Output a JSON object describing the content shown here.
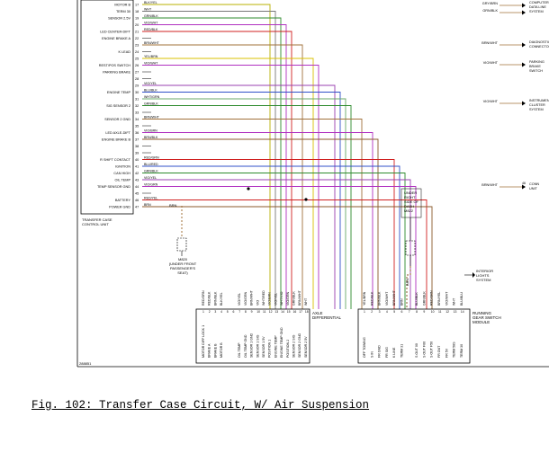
{
  "caption": "Fig. 102: Transfer Case Circuit, W/ Air Suspension",
  "figure_id": "288851",
  "tccm": {
    "title_lines": [
      "TRANSFER CASE",
      "CONTROL UNIT"
    ],
    "pin_labels": [
      {
        "pin": 17,
        "label": "MOTOR B"
      },
      {
        "pin": 18,
        "label": "TERM 30"
      },
      {
        "pin": 19,
        "label": "SENSOR 2.5V"
      },
      {
        "pin": 20,
        "label": ""
      },
      {
        "pin": 21,
        "label": "LED CENTER-DIFT"
      },
      {
        "pin": 22,
        "label": "ENGINE BRAKE A"
      },
      {
        "pin": 23,
        "label": ""
      },
      {
        "pin": 24,
        "label": "K LEAD"
      },
      {
        "pin": 25,
        "label": ""
      },
      {
        "pin": 26,
        "label": "REST/POS SWITCH"
      },
      {
        "pin": 27,
        "label": "PARKING BRAKE"
      },
      {
        "pin": 28,
        "label": ""
      },
      {
        "pin": 29,
        "label": ""
      },
      {
        "pin": 30,
        "label": "ENGINE TEMP"
      },
      {
        "pin": 31,
        "label": ""
      },
      {
        "pin": 32,
        "label": "SIG SENSOR 2"
      },
      {
        "pin": 33,
        "label": ""
      },
      {
        "pin": 34,
        "label": "SENSOR 2 GND"
      },
      {
        "pin": 35,
        "label": ""
      },
      {
        "pin": 36,
        "label": "LED AXLE-DIFT"
      },
      {
        "pin": 37,
        "label": "ENGINE BRAKE B"
      },
      {
        "pin": 38,
        "label": ""
      },
      {
        "pin": 39,
        "label": ""
      },
      {
        "pin": 40,
        "label": "R SHIFT CONTACT"
      },
      {
        "pin": 41,
        "label": "IGNITION"
      },
      {
        "pin": 42,
        "label": "CAN HIGH"
      },
      {
        "pin": 43,
        "label": "OIL TEMP"
      },
      {
        "pin": 44,
        "label": "TEMP SENSOR GND"
      },
      {
        "pin": 45,
        "label": ""
      },
      {
        "pin": 46,
        "label": "BATTERY"
      },
      {
        "pin": 47,
        "label": "POWER GND"
      }
    ]
  },
  "wires_left": [
    {
      "pin": 17,
      "color_name": "BLK/YEL",
      "hex": "#b8b000"
    },
    {
      "pin": 18,
      "color_name": "WHT",
      "hex": "#777777"
    },
    {
      "pin": 19,
      "color_name": "GRN/BLK",
      "hex": "#2e8b2e"
    },
    {
      "pin": 20,
      "color_name": "VIO/WHT",
      "hex": "#b030c0"
    },
    {
      "pin": 21,
      "color_name": "RED/BLK",
      "hex": "#d02020"
    },
    {
      "pin": 22,
      "color_name": "",
      "hex": ""
    },
    {
      "pin": 23,
      "color_name": "BRN/WHT",
      "hex": "#a0703a"
    },
    {
      "pin": 24,
      "color_name": "",
      "hex": ""
    },
    {
      "pin": 25,
      "color_name": "YEL/BRN",
      "hex": "#d8c000"
    },
    {
      "pin": 26,
      "color_name": "VIO/WHT",
      "hex": "#b030c0"
    },
    {
      "pin": 27,
      "color_name": "",
      "hex": ""
    },
    {
      "pin": 28,
      "color_name": "",
      "hex": ""
    },
    {
      "pin": 29,
      "color_name": "VIO/YEL",
      "hex": "#9a40b0"
    },
    {
      "pin": 30,
      "color_name": "BLU/BLK",
      "hex": "#3050c8"
    },
    {
      "pin": 31,
      "color_name": "WHT/GRN",
      "hex": "#68a868"
    },
    {
      "pin": 32,
      "color_name": "GRN/BLK",
      "hex": "#2e8b2e"
    },
    {
      "pin": 33,
      "color_name": "",
      "hex": ""
    },
    {
      "pin": 34,
      "color_name": "BRN/WHT",
      "hex": "#a0703a"
    },
    {
      "pin": 35,
      "color_name": "",
      "hex": ""
    },
    {
      "pin": 36,
      "color_name": "VIO/BRN",
      "hex": "#b030c0"
    },
    {
      "pin": 37,
      "color_name": "BRN/BLK",
      "hex": "#8b5a2b"
    },
    {
      "pin": 38,
      "color_name": "",
      "hex": ""
    },
    {
      "pin": 39,
      "color_name": "",
      "hex": ""
    },
    {
      "pin": 40,
      "color_name": "RED/GRN",
      "hex": "#d02020"
    },
    {
      "pin": 41,
      "color_name": "BLU/RED",
      "hex": "#3050c8"
    },
    {
      "pin": 42,
      "color_name": "GRN/BLK",
      "hex": "#2e8b2e"
    },
    {
      "pin": 43,
      "color_name": "VIO/YEL",
      "hex": "#9a40b0"
    },
    {
      "pin": 44,
      "color_name": "VIO/GRN",
      "hex": "#b030c0"
    },
    {
      "pin": 45,
      "color_name": "",
      "hex": ""
    },
    {
      "pin": 46,
      "color_name": "RED/YEL",
      "hex": "#d02020"
    },
    {
      "pin": 47,
      "color_name": "BRN",
      "hex": "#8b5a2b"
    }
  ],
  "ground_wire_label": "BRN",
  "ground_lines": [
    "M820",
    "(UNDER FRONT",
    "PASSENGER'S",
    "SEAT)"
  ],
  "axle_module": {
    "title_lines": [
      "AXLE",
      "DIFFERENTIAL"
    ],
    "wires": [
      {
        "color_name": "RED/GRN",
        "hex": "#d02020"
      },
      {
        "color_name": "RED/BLK",
        "hex": "#d02020"
      },
      {
        "color_name": "BRN/BLK",
        "hex": "#8b5a2b"
      },
      {
        "color_name": "BLK/YEL",
        "hex": "#b8b000"
      },
      {
        "color_name": "",
        "hex": ""
      },
      {
        "color_name": "",
        "hex": ""
      },
      {
        "color_name": "VIO/YEL",
        "hex": "#9a40b0"
      },
      {
        "color_name": "VIO/GRN",
        "hex": "#b030c0"
      },
      {
        "color_name": "BRN/WHT",
        "hex": "#a0703a"
      },
      {
        "color_name": "VIO",
        "hex": "#b030c0"
      },
      {
        "color_name": "WHT/RED",
        "hex": "#e06060"
      },
      {
        "color_name": "VIO/BRN",
        "hex": "#b030c0"
      },
      {
        "color_name": "VIO/YEL",
        "hex": "#9a40b0"
      },
      {
        "color_name": "WHT/VIO",
        "hex": "#c080d0"
      },
      {
        "color_name": "VIO/GRN",
        "hex": "#b030c0"
      },
      {
        "color_name": "GRN/BLK",
        "hex": "#2e8b2e"
      },
      {
        "color_name": "BRN/WHT",
        "hex": "#a0703a"
      },
      {
        "color_name": "WHT",
        "hex": "#777777"
      }
    ],
    "pin_labels": [
      "MOTOR DIFF LOCK 1",
      "BRAKE A",
      "BRAKE B",
      "MOTOR B",
      "",
      "",
      "OIL TEMP",
      "OIL TEMP GND",
      "SENSOR 1 GND",
      "SENSOR 1 SIG",
      "SENSOR 1 5V",
      "POSITION 1",
      "ENGINE TEMP",
      "ENGINE TEMP GND",
      "POSITION 2",
      "SENSOR 2 SIG",
      "SENSOR 2 GND",
      "SENSOR 2 5V"
    ]
  },
  "running_gear_module": {
    "title_lines": [
      "RUNNING",
      "GEAR SWITCH",
      "MODULE"
    ],
    "wires": [
      {
        "color_name": "YEL/BRN",
        "hex": "#d8c000"
      },
      {
        "color_name": "RED/BLK",
        "hex": "#d02020"
      },
      {
        "color_name": "BRN/BLK",
        "hex": "#8b5a2b"
      },
      {
        "color_name": "VIO/WHT",
        "hex": "#b030c0"
      },
      {
        "color_name": "BRN/WHT",
        "hex": "#a0703a"
      },
      {
        "color_name": "BRN",
        "hex": "#8b5a2b"
      },
      {
        "color_name": "",
        "hex": ""
      },
      {
        "color_name": "BLU/BLK",
        "hex": "#3050c8"
      },
      {
        "color_name": "GRN/BLK",
        "hex": "#2e8b2e"
      },
      {
        "color_name": "RED/GRN",
        "hex": "#d02020"
      },
      {
        "color_name": "BRN/YEL",
        "hex": "#a0703a"
      },
      {
        "color_name": "VIO/WHT",
        "hex": "#b030c0"
      },
      {
        "color_name": "WHT",
        "hex": "#777777"
      },
      {
        "color_name": "BLU/BLU",
        "hex": "#3050c8"
      }
    ],
    "pin_labels": [
      "OFF TOWING",
      "S IN",
      "FR GND",
      "FR SIG",
      "K LINE",
      "TERM 31",
      "",
      "S OUT 00",
      "S OUT F00",
      "S OUT F50",
      "FR OUT",
      "FR 5V",
      "TERM 58S",
      "TERM 30"
    ]
  },
  "ground_note_lines": [
    "UNDER",
    "RIGHT",
    "SIDE OF",
    "DASH",
    "M822"
  ],
  "right_connections": [
    {
      "wire": "GRY/BRN",
      "label_lines": [
        "COMPUTER",
        "DATA LINE",
        "SYSTEM"
      ]
    },
    {
      "wire": "GRN/BLK",
      "label_lines": []
    },
    {
      "wire": "BRN/WHT",
      "label_lines": [
        "DIAGNOSTIC",
        "CONNECTOR"
      ]
    },
    {
      "wire": "VIO/WHT",
      "label_lines": [
        "PARKING",
        "BRAKE",
        "SWITCH"
      ]
    },
    {
      "wire": "VIO/WHT",
      "label_lines": [
        "INSTRUMENT",
        "CLUSTER",
        "SYSTEM"
      ]
    },
    {
      "wire": "BRN/WHT",
      "label_lines": [
        "CONN",
        "UNIT"
      ]
    }
  ],
  "interior_lights_lines": [
    "INTERIOR",
    "LIGHTS",
    "SYSTEM"
  ],
  "misc_labels": {
    "ground_tag": "BRN",
    "conn_tag": "46"
  }
}
